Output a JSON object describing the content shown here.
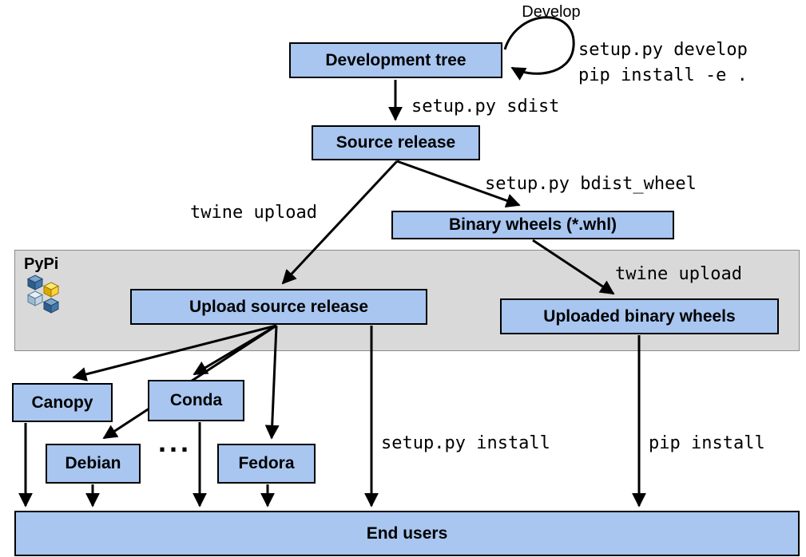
{
  "nodes": {
    "dev_tree": "Development tree",
    "source_release": "Source release",
    "binary_wheels": "Binary wheels (*.whl)",
    "upload_source": "Upload source release",
    "uploaded_binary": "Uploaded binary wheels",
    "canopy": "Canopy",
    "conda": "Conda",
    "debian": "Debian",
    "fedora": "Fedora",
    "end_users": "End users"
  },
  "labels": {
    "develop": "Develop",
    "develop_cmd1": "setup.py develop",
    "develop_cmd2": "pip install -e .",
    "sdist": "setup.py sdist",
    "twine_upload_left": "twine upload",
    "bdist_wheel": "setup.py bdist_wheel",
    "twine_upload_right": "twine upload",
    "setup_install": "setup.py install",
    "pip_install": "pip install",
    "ellipsis": "...",
    "pypi": "PyPi"
  },
  "edges": [
    {
      "from": "dev_tree",
      "to": "dev_tree",
      "label": "Develop / setup.py develop / pip install -e ."
    },
    {
      "from": "dev_tree",
      "to": "source_release",
      "label": "setup.py sdist"
    },
    {
      "from": "source_release",
      "to": "upload_source",
      "label": "twine upload"
    },
    {
      "from": "source_release",
      "to": "binary_wheels",
      "label": "setup.py bdist_wheel"
    },
    {
      "from": "binary_wheels",
      "to": "uploaded_binary",
      "label": "twine upload"
    },
    {
      "from": "upload_source",
      "to": "canopy",
      "label": ""
    },
    {
      "from": "upload_source",
      "to": "conda",
      "label": ""
    },
    {
      "from": "upload_source",
      "to": "debian",
      "label": ""
    },
    {
      "from": "upload_source",
      "to": "fedora",
      "label": ""
    },
    {
      "from": "upload_source",
      "to": "end_users",
      "label": "setup.py install"
    },
    {
      "from": "uploaded_binary",
      "to": "end_users",
      "label": "pip install"
    },
    {
      "from": "canopy",
      "to": "end_users",
      "label": ""
    },
    {
      "from": "conda",
      "to": "end_users",
      "label": ""
    },
    {
      "from": "debian",
      "to": "end_users",
      "label": ""
    },
    {
      "from": "fedora",
      "to": "end_users",
      "label": ""
    }
  ],
  "colors": {
    "node_fill": "#a8c6f0",
    "node_border": "#000000",
    "band_fill": "#d9d9d9",
    "arrow": "#000000",
    "pypi_blue": "#3a6f9f",
    "pypi_yellow": "#ffd43b"
  }
}
